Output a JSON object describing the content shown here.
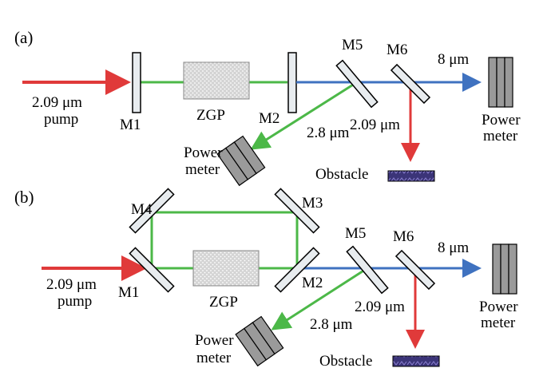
{
  "panels": [
    {
      "label": "(a)",
      "pump_label_1": "2.09 μm",
      "pump_label_2": "pump",
      "mirrors": [
        "M1",
        "M2",
        "M5",
        "M6"
      ],
      "crystal": "ZGP",
      "beam_8um": "8 μm",
      "beam_28um": "2.8 μm",
      "beam_209um": "2.09 μm",
      "meter_right_1": "Power",
      "meter_right_2": "meter",
      "meter_lower_1": "Power",
      "meter_lower_2": "meter",
      "obstacle": "Obstacle"
    },
    {
      "label": "(b)",
      "pump_label_1": "2.09 μm",
      "pump_label_2": "pump",
      "mirrors": [
        "M1",
        "M2",
        "M3",
        "M4",
        "M5",
        "M6"
      ],
      "crystal": "ZGP",
      "beam_8um": "8 μm",
      "beam_28um": "2.8 μm",
      "beam_209um": "2.09 μm",
      "meter_right_1": "Power",
      "meter_right_2": "meter",
      "meter_lower_1": "Power",
      "meter_lower_2": "meter",
      "obstacle": "Obstacle"
    }
  ],
  "colors": {
    "pump": "#e03a3a",
    "green": "#4cb848",
    "blue": "#3f72c0",
    "mirror_fill": "#e8ecef",
    "meter_fill": "#9a9a9a",
    "obstacle_fill": "#3b3478",
    "crystal_fill": "#d9d9d9"
  }
}
